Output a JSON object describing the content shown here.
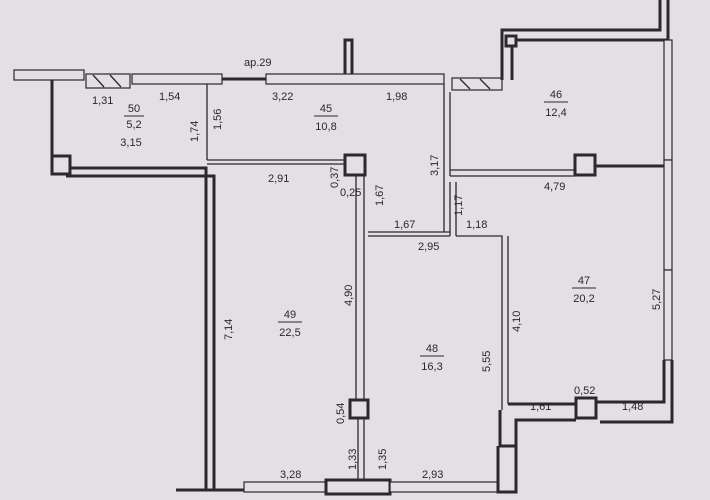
{
  "plan": {
    "note": "ар.29",
    "rooms": [
      {
        "id": "50",
        "area": "5,2",
        "extra": "3,15"
      },
      {
        "id": "45",
        "area": "10,8"
      },
      {
        "id": "46",
        "area": "12,4"
      },
      {
        "id": "49",
        "area": "22,5"
      },
      {
        "id": "48",
        "area": "16,3"
      },
      {
        "id": "47",
        "area": "20,2"
      }
    ],
    "dims": {
      "d131": "1,31",
      "d154": "1,54",
      "d322": "3,22",
      "d198": "1,98",
      "d174": "1,74",
      "d156": "1,56",
      "d291": "2,91",
      "d037": "0,37",
      "d025": "0,25",
      "d167v": "1,67",
      "d317": "3,17",
      "d117": "1,17",
      "d479": "4,79",
      "d167h": "1,67",
      "d118": "1,18",
      "d295": "2,95",
      "d714": "7,14",
      "d490": "4,90",
      "d555": "5,55",
      "d410": "4,10",
      "d527": "5,27",
      "d052": "0,52",
      "d161": "1,61",
      "d148": "1,48",
      "d054": "0,54",
      "d133": "1,33",
      "d135": "1,35",
      "d328": "3,28",
      "d293": "2,93"
    }
  }
}
